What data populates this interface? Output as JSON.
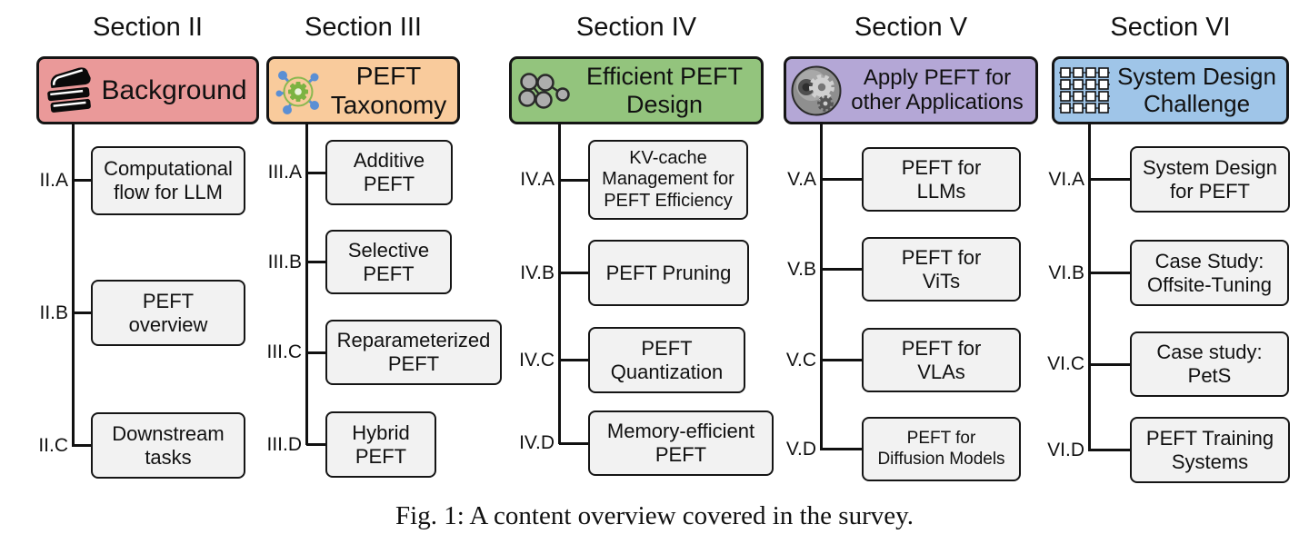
{
  "figure_caption": "Fig. 1: A content overview covered in the survey.",
  "sections": [
    {
      "title": "Section II",
      "header_label": "Background",
      "icon": "books-icon",
      "header_color": "#ea9999",
      "items": [
        {
          "id": "II.A",
          "label": "Computational\nflow for LLM"
        },
        {
          "id": "II.B",
          "label": "PEFT\noverview"
        },
        {
          "id": "II.C",
          "label": "Downstream\ntasks"
        }
      ]
    },
    {
      "title": "Section III",
      "header_label": "PEFT\nTaxonomy",
      "icon": "gear-network-icon",
      "header_color": "#f9cb9c",
      "items": [
        {
          "id": "III.A",
          "label": "Additive\nPEFT"
        },
        {
          "id": "III.B",
          "label": "Selective\nPEFT"
        },
        {
          "id": "III.C",
          "label": "Reparameterized\nPEFT"
        },
        {
          "id": "III.D",
          "label": "Hybrid\nPEFT"
        }
      ]
    },
    {
      "title": "Section IV",
      "header_label": "Efficient PEFT\nDesign",
      "icon": "molecule-cluster-icon",
      "header_color": "#93c47d",
      "items": [
        {
          "id": "IV.A",
          "label": "KV-cache\nManagement for\nPEFT Efficiency"
        },
        {
          "id": "IV.B",
          "label": "PEFT Pruning"
        },
        {
          "id": "IV.C",
          "label": "PEFT\nQuantization"
        },
        {
          "id": "IV.D",
          "label": "Memory-efficient\nPEFT"
        }
      ]
    },
    {
      "title": "Section V",
      "header_label": "Apply PEFT for\nother Applications",
      "icon": "gear-sphere-icon",
      "header_color": "#b4a7d6",
      "items": [
        {
          "id": "V.A",
          "label": "PEFT for\nLLMs"
        },
        {
          "id": "V.B",
          "label": "PEFT for\nViTs"
        },
        {
          "id": "V.C",
          "label": "PEFT for\nVLAs"
        },
        {
          "id": "V.D",
          "label": "PEFT for\nDiffusion Models"
        }
      ]
    },
    {
      "title": "Section VI",
      "header_label": "System Design\nChallenge",
      "icon": "chip-array-icon",
      "header_color": "#9fc5e8",
      "items": [
        {
          "id": "VI.A",
          "label": "System Design\nfor PEFT"
        },
        {
          "id": "VI.B",
          "label": "Case Study:\nOffsite-Tuning"
        },
        {
          "id": "VI.C",
          "label": "Case study:\nPetS"
        },
        {
          "id": "VI.D",
          "label": "PEFT Training\nSystems"
        }
      ]
    }
  ]
}
